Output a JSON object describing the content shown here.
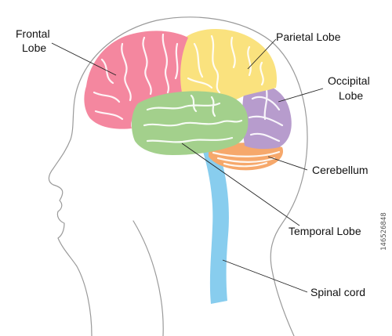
{
  "labels": {
    "frontal_line1": "Frontal",
    "frontal_line2": "Lobe",
    "parietal": "Parietal Lobe",
    "occipital_line1": "Occipital",
    "occipital_line2": "Lobe",
    "cerebellum": "Cerebellum",
    "temporal": "Temporal Lobe",
    "spinal": "Spinal cord"
  },
  "stock_id": "146526848",
  "colors": {
    "frontal": "#f4879f",
    "parietal": "#fae27e",
    "occipital": "#b79ccd",
    "temporal": "#a3d08c",
    "cerebellum": "#f6a86b",
    "spinal_cord": "#88cdee",
    "outline": "#9a9a9a"
  },
  "icons": {
    "head": "human-head-profile-outline",
    "brain": "brain-lobes"
  }
}
